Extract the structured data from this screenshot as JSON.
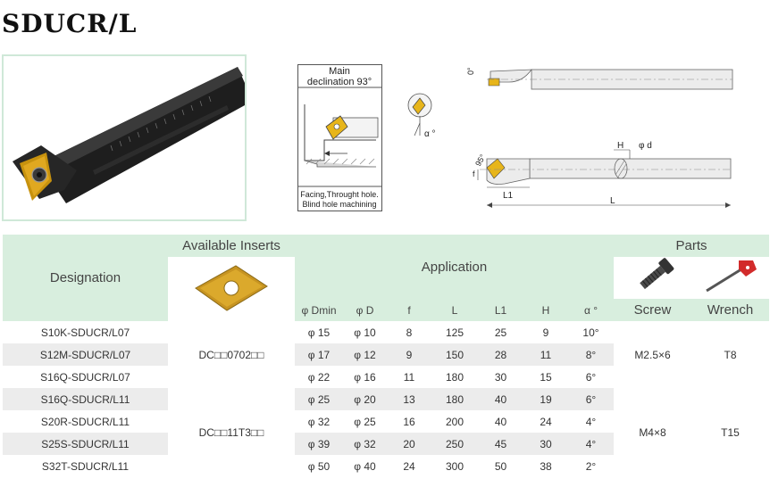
{
  "title": "SDUCR/L",
  "diagram": {
    "main_declination_line1": "Main",
    "main_declination_line2": "declination 93°",
    "caption_line1": "Facing,Throught hole.",
    "caption_line2": "Blind hole machining",
    "alpha_label": "α °",
    "zero_label": "0°",
    "angle_95": "95°",
    "f_label": "f",
    "h_label": "H",
    "d_label": "φ d",
    "l1_label": "L1",
    "l_label": "L"
  },
  "table": {
    "designation_header": "Designation",
    "inserts_header": "Available Inserts",
    "application_header": "Application",
    "parts_header": "Parts",
    "sub_headers": [
      "φ Dmin",
      "φ D",
      "f",
      "L",
      "L1",
      "H",
      "α °"
    ],
    "screw_header": "Screw",
    "wrench_header": "Wrench",
    "rows": [
      {
        "designation": "S10K-SDUCR/L07",
        "dmin": "φ 15",
        "d": "φ 10",
        "f": "8",
        "l": "125",
        "l1": "25",
        "h": "9",
        "alpha": "10°"
      },
      {
        "designation": "S12M-SDUCR/L07",
        "dmin": "φ 17",
        "d": "φ 12",
        "f": "9",
        "l": "150",
        "l1": "28",
        "h": "11",
        "alpha": "8°"
      },
      {
        "designation": "S16Q-SDUCR/L07",
        "dmin": "φ 22",
        "d": "φ 16",
        "f": "11",
        "l": "180",
        "l1": "30",
        "h": "15",
        "alpha": "6°"
      },
      {
        "designation": "S16Q-SDUCR/L11",
        "dmin": "φ 25",
        "d": "φ 20",
        "f": "13",
        "l": "180",
        "l1": "40",
        "h": "19",
        "alpha": "6°"
      },
      {
        "designation": "S20R-SDUCR/L11",
        "dmin": "φ 32",
        "d": "φ 25",
        "f": "16",
        "l": "200",
        "l1": "40",
        "h": "24",
        "alpha": "4°"
      },
      {
        "designation": "S25S-SDUCR/L11",
        "dmin": "φ 39",
        "d": "φ 32",
        "f": "20",
        "l": "250",
        "l1": "45",
        "h": "30",
        "alpha": "4°"
      },
      {
        "designation": "S32T-SDUCR/L11",
        "dmin": "φ 50",
        "d": "φ 40",
        "f": "24",
        "l": "300",
        "l1": "50",
        "h": "38",
        "alpha": "2°"
      }
    ],
    "insert_groups": [
      "DC□□0702□□",
      "DC□□11T3□□"
    ],
    "screw_groups": [
      "M2.5×6",
      "M4×8"
    ],
    "wrench_groups": [
      "T8",
      "T15"
    ]
  }
}
